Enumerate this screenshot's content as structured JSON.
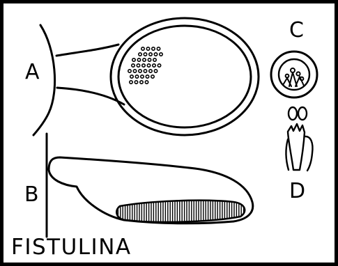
{
  "title": "FISTULINA",
  "labels": {
    "a": "A",
    "b": "B",
    "c": "C",
    "d": "D"
  },
  "colors": {
    "ink": "#000000",
    "paper": "#ffffff"
  }
}
